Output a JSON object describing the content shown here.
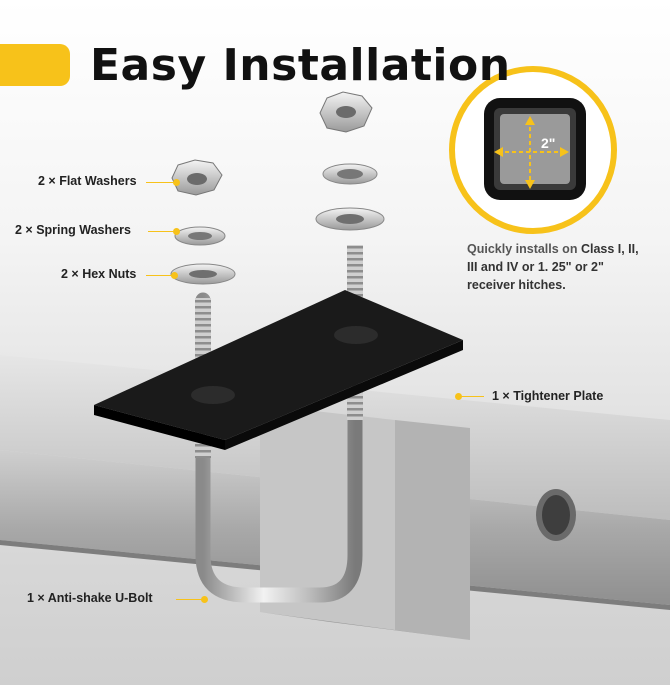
{
  "title": "Easy Installation",
  "accent_color": "#F7C21A",
  "parts": {
    "flat_washers": "2 × Flat Washers",
    "spring_washers": "2 × Spring  Washers",
    "hex_nuts": "2 × Hex Nuts",
    "tightener_plate": "1 × Tightener Plate",
    "u_bolt": "1 × Anti-shake U-Bolt"
  },
  "inset": {
    "measure": "2\""
  },
  "note": {
    "lead": "Quickly installs on ",
    "highlight": "Class I, II, III and IV or 1. 25\" or 2\" receiver hitches."
  }
}
